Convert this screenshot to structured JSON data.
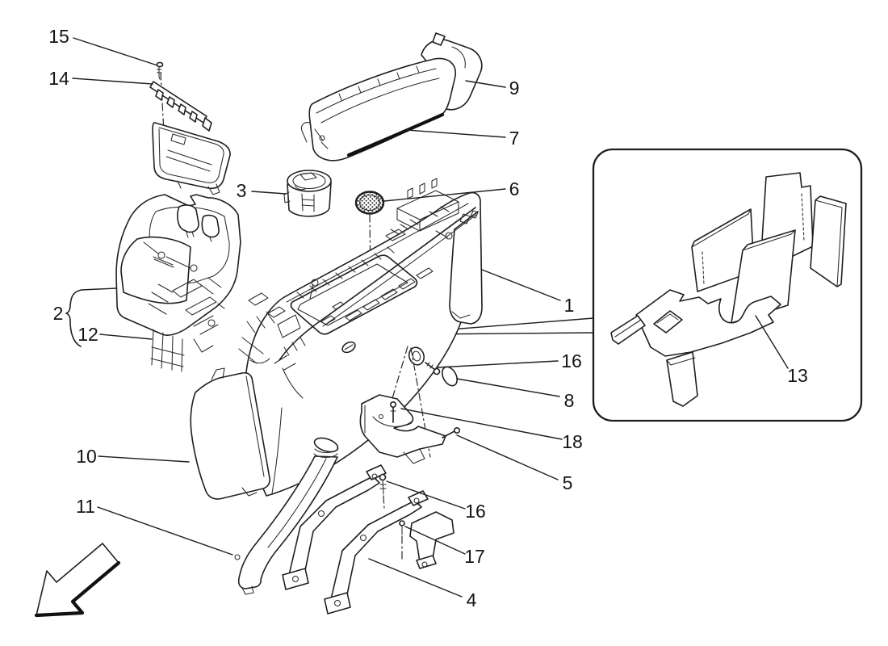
{
  "diagram": {
    "type": "exploded-parts-diagram",
    "colors": {
      "background": "#ffffff",
      "line": "#1f1f1f"
    },
    "callouts": [
      {
        "label": "15"
      },
      {
        "label": "14"
      },
      {
        "label": "9"
      },
      {
        "label": "7"
      },
      {
        "label": "3"
      },
      {
        "label": "6"
      },
      {
        "label": "2"
      },
      {
        "label": "12"
      },
      {
        "label": "1"
      },
      {
        "label": "16"
      },
      {
        "label": "8"
      },
      {
        "label": "18"
      },
      {
        "label": "5"
      },
      {
        "label": "10"
      },
      {
        "label": "11"
      },
      {
        "label": "16"
      },
      {
        "label": "17"
      },
      {
        "label": "4"
      },
      {
        "label": "13"
      }
    ]
  }
}
